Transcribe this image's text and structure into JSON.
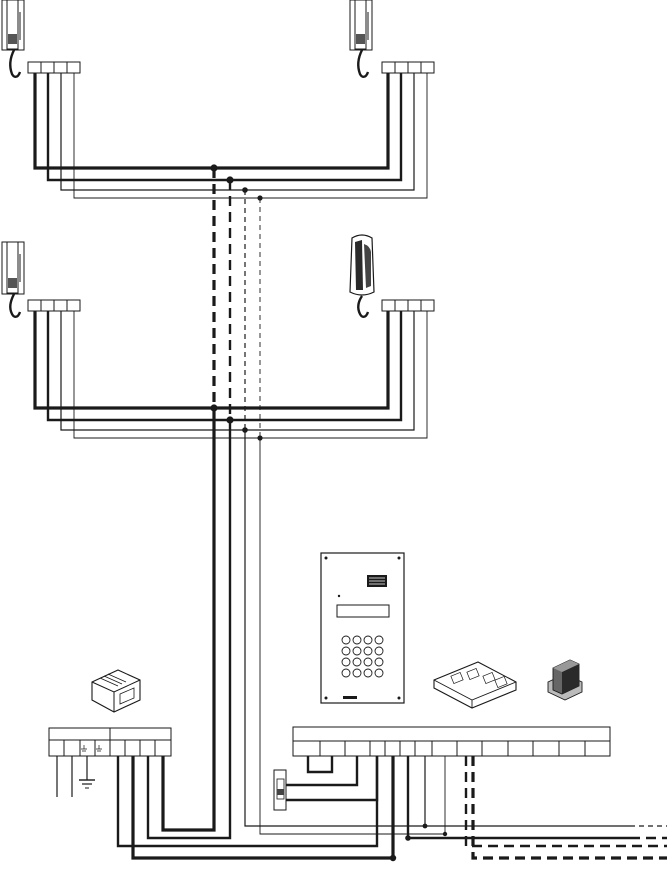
{
  "diagram": {
    "colors": {
      "line": "#1a1a1a",
      "background": "#ffffff",
      "device_fill": "#ffffff",
      "device_dark": "#2a2a2a"
    },
    "components": [
      {
        "id": "handset-1",
        "icon": "intercom-handset-icon"
      },
      {
        "id": "handset-2",
        "icon": "intercom-handset-icon"
      },
      {
        "id": "handset-3",
        "icon": "intercom-handset-icon"
      },
      {
        "id": "handset-4",
        "icon": "intercom-handset-dark-icon"
      },
      {
        "id": "power-supply",
        "icon": "din-rail-power-supply-icon"
      },
      {
        "id": "door-panel",
        "icon": "keypad-door-panel-icon"
      },
      {
        "id": "control-module",
        "icon": "control-module-icon"
      },
      {
        "id": "transformer",
        "icon": "transformer-icon"
      },
      {
        "id": "door-lock",
        "icon": "electric-door-lock-icon"
      },
      {
        "id": "ground",
        "icon": "ground-symbol-icon"
      }
    ],
    "terminal_blocks": [
      {
        "id": "handset-1-terminals",
        "terminals": 4
      },
      {
        "id": "handset-2-terminals",
        "terminals": 4
      },
      {
        "id": "handset-3-terminals",
        "terminals": 4
      },
      {
        "id": "handset-4-terminals",
        "terminals": 4
      },
      {
        "id": "power-supply-terminals",
        "terminals": 8
      },
      {
        "id": "door-panel-terminals",
        "terminals": 13
      }
    ],
    "keypad_keys": 16
  }
}
